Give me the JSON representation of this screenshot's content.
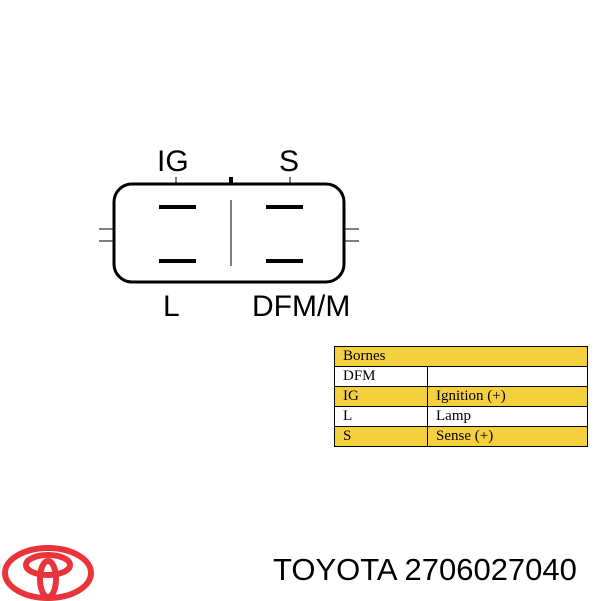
{
  "connector": {
    "pins_top": [
      "IG",
      "S"
    ],
    "pins_bottom": [
      "L",
      "DFM/M"
    ]
  },
  "table": {
    "header": "Bornes",
    "rows": [
      {
        "terminal": "DFM",
        "function": ""
      },
      {
        "terminal": "IG",
        "function": "Ignition (+)"
      },
      {
        "terminal": "L",
        "function": "Lamp"
      },
      {
        "terminal": "S",
        "function": "Sense (+)"
      }
    ],
    "highlight_color": "#f4d03f"
  },
  "footer": {
    "brand": "TOYOTA",
    "part_number": "2706027040",
    "caption": "TOYOTA 2706027040",
    "logo_color": "#e8343a"
  }
}
